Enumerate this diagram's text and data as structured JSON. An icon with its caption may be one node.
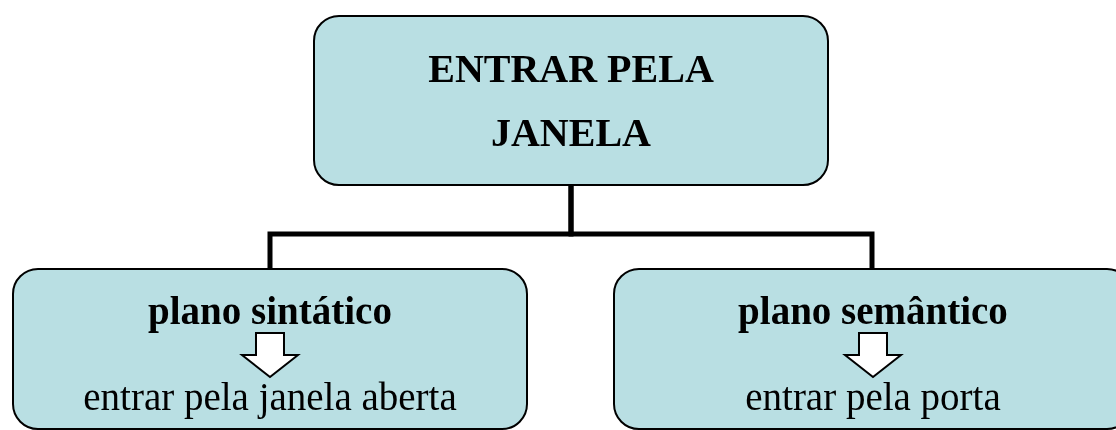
{
  "diagram": {
    "nodes": [
      {
        "text": [
          "ENTRAR PELA JANELA"
        ]
      },
      {
        "text": [],
        "shape": "box"
      },
      {
        "text": [
          "plano sintático"
        ],
        "in": 1
      },
      {
        "text": [
          "entrar pela janela aberta"
        ],
        "in": 1
      },
      {
        "text": [],
        "shape": "box"
      },
      {
        "text": [
          "plano semântico"
        ],
        "in": 4
      },
      {
        "text": [
          "entrar pela porta"
        ],
        "in": 4
      }
    ],
    "edges": [
      {
        "from": 0,
        "to": 1,
        "arrow": "none"
      },
      {
        "from": 0,
        "to": 4,
        "arrow": "none"
      },
      {
        "from": 2,
        "to": 3,
        "arrow": "to",
        "style": "thick"
      },
      {
        "from": 5,
        "to": 6,
        "arrow": "to",
        "style": "thick"
      }
    ]
  }
}
